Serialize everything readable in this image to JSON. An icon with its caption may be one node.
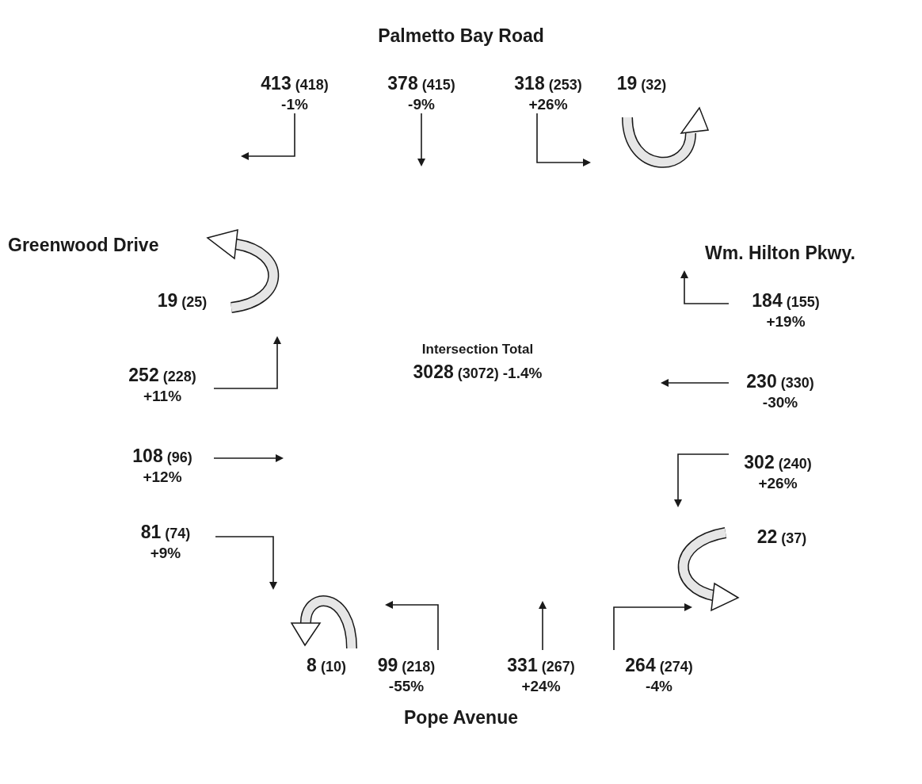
{
  "diagram": {
    "labels": [
      "Palmetto Bay Road",
      "413",
      "(418)",
      "-1%",
      "378",
      "(415)",
      "-9%",
      "318",
      "(253)",
      "+26%",
      "19",
      "(32)",
      "Greenwood Drive",
      "Wm. Hilton Pkwy.",
      "19",
      "(25)",
      "184",
      "(155)",
      "+19%",
      "Intersection Total",
      "252",
      "(228)",
      "+11%",
      "3028",
      "(3072)",
      "-1.4%",
      "230",
      "(330)",
      "-30%",
      "108",
      "(96)",
      "+12%",
      "302",
      "(240)",
      "+26%",
      "81",
      "(74)",
      "+9%",
      "22",
      "(37)",
      "8",
      "(10)",
      "99",
      "(218)",
      "-55%",
      "331",
      "(267)",
      "+24%",
      "264",
      "(274)",
      "-4%",
      "Pope Avenue"
    ]
  }
}
